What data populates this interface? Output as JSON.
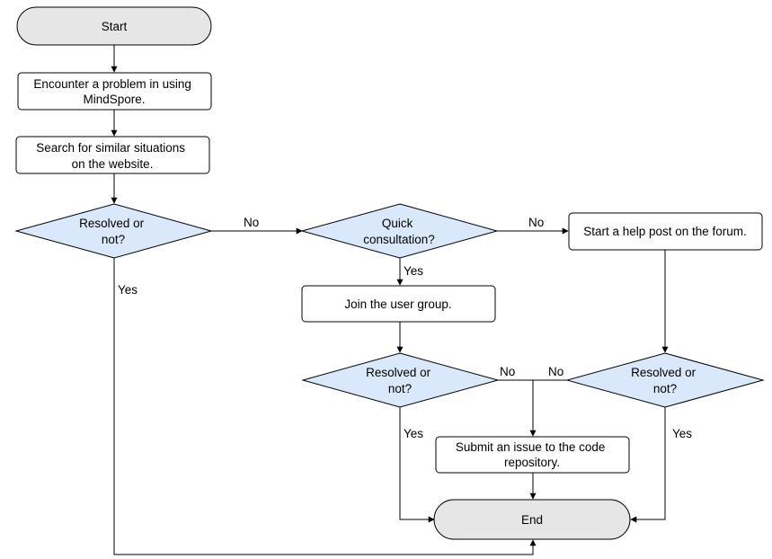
{
  "nodes": {
    "start": {
      "lines": [
        "Start"
      ]
    },
    "encounter": {
      "lines": [
        "Encounter a problem in using",
        "MindSpore."
      ]
    },
    "search": {
      "lines": [
        "Search for similar situations",
        "on the website."
      ]
    },
    "resolved1": {
      "lines": [
        "Resolved or",
        "not?"
      ]
    },
    "quick": {
      "lines": [
        "Quick",
        "consultation?"
      ]
    },
    "forum": {
      "lines": [
        "Start a help post on the forum."
      ]
    },
    "join": {
      "lines": [
        "Join the user group."
      ]
    },
    "resolved2": {
      "lines": [
        "Resolved or",
        "not?"
      ]
    },
    "resolved3": {
      "lines": [
        "Resolved or",
        "not?"
      ]
    },
    "submit": {
      "lines": [
        "Submit an issue to the code",
        "repository."
      ]
    },
    "end": {
      "lines": [
        "End"
      ]
    }
  },
  "edge_labels": {
    "r1_no": "No",
    "r1_yes": "Yes",
    "quick_no": "No",
    "quick_yes": "Yes",
    "r2_no": "No",
    "r3_no": "No",
    "r2_yes": "Yes",
    "r3_yes": "Yes"
  },
  "colors": {
    "terminal_fill": "#e6e6e6",
    "decision_fill": "#dae8fc",
    "stroke": "#000000"
  }
}
